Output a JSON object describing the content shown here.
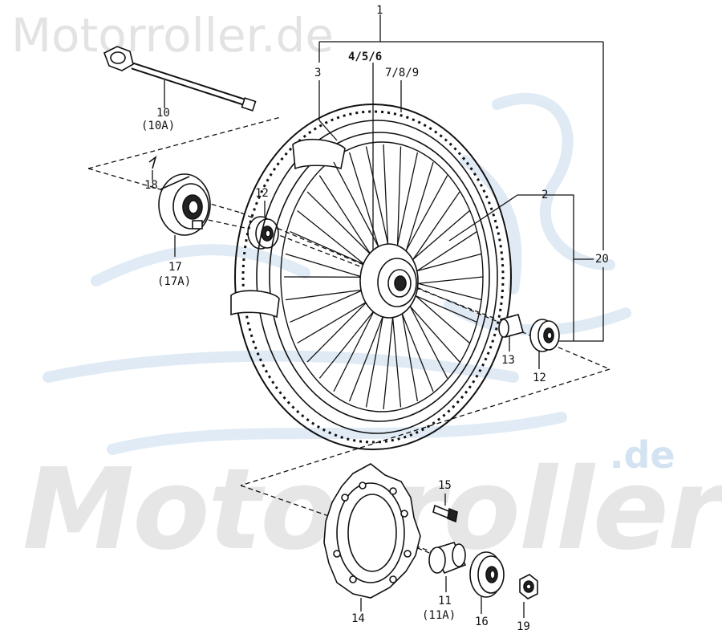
{
  "watermark": {
    "top_text": "Motorroller.de",
    "big_text": "Motorroller",
    "suffix_text": ".de"
  },
  "labels": {
    "p1": "1",
    "p2": "2",
    "p3": "3",
    "p456": "4/5/6",
    "p789": "7/8/9",
    "p10": "10",
    "p10a": "(10A)",
    "p11": "11",
    "p11a": "(11A)",
    "p12_left": "12",
    "p12_right": "12",
    "p13": "13",
    "p14": "14",
    "p15": "15",
    "p16": "16",
    "p17": "17",
    "p17a": "(17A)",
    "p18": "18",
    "p19": "19",
    "p20": "20"
  },
  "colors": {
    "line": "#111111",
    "watermark_grey": "#e3e3e3",
    "watermark_blue": "#dbe7f3"
  }
}
